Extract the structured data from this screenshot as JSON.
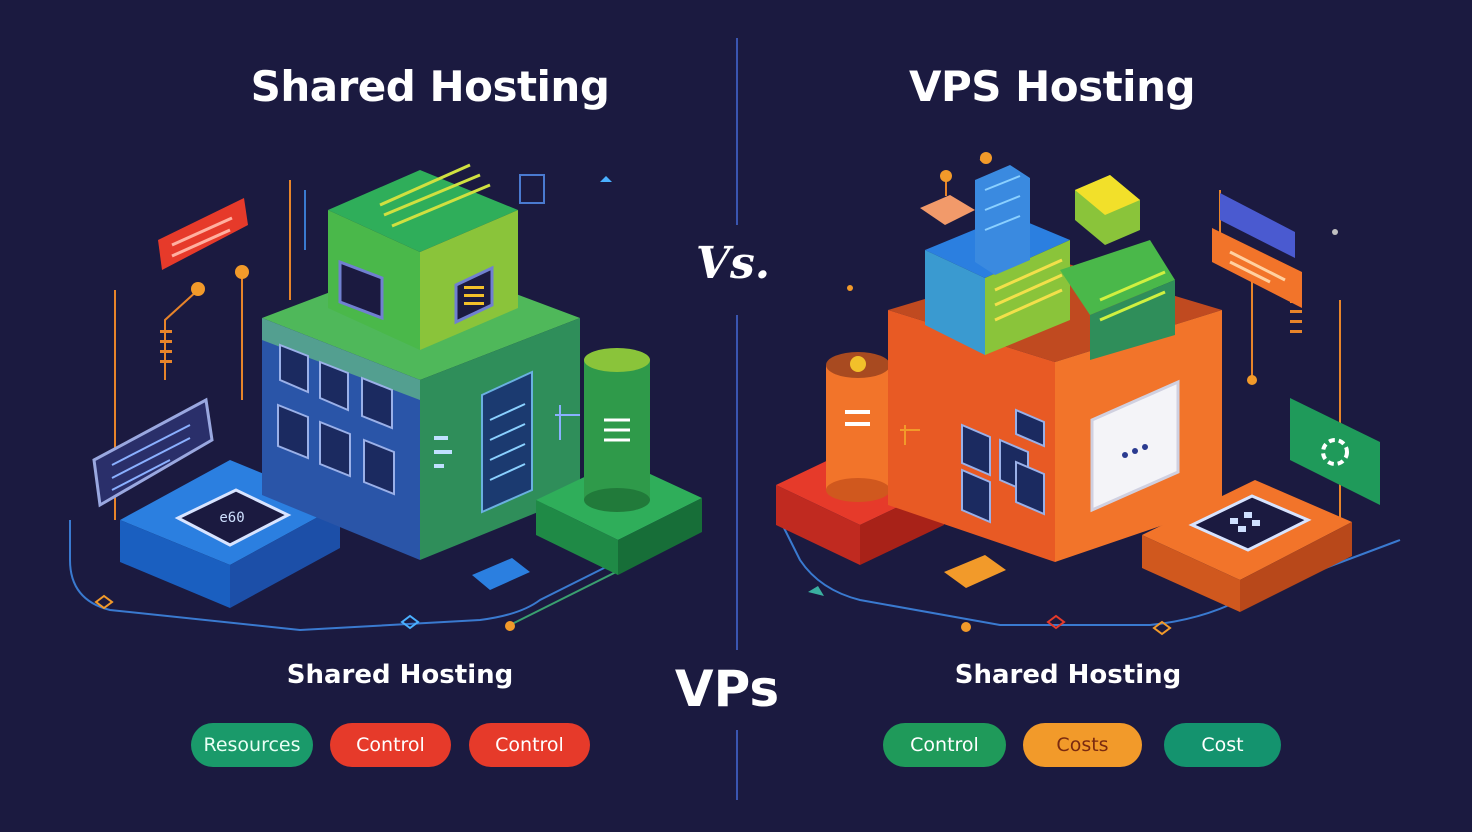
{
  "header": {
    "left_title": "Shared Hosting",
    "right_title": "VPS Hosting",
    "vs_top": "Vs."
  },
  "footer": {
    "left_title": "Shared Hosting",
    "vs_bottom": "VPs",
    "right_title": "Shared Hosting",
    "left_pills": [
      {
        "label": "Resources",
        "bg": "#1a9a6a",
        "fg": "#e8fff4"
      },
      {
        "label": "Control",
        "bg": "#e63a2a",
        "fg": "#ffffff"
      },
      {
        "label": "Control",
        "bg": "#e63a2a",
        "fg": "#ffffff"
      }
    ],
    "right_pills": [
      {
        "label": "Control",
        "bg": "#1f9a5a",
        "fg": "#ffffff"
      },
      {
        "label": "Costs",
        "bg": "#f29a2a",
        "fg": "#7a2a10"
      },
      {
        "label": "Cost",
        "bg": "#14936e",
        "fg": "#ffffff"
      }
    ]
  },
  "colors": {
    "background": "#1b1a40",
    "divider": "#3a55b0",
    "green": "#2fae5a",
    "lime": "#8ac43a",
    "blue": "#2b7fe0",
    "orange": "#f2742a",
    "red": "#e63a2a"
  },
  "icons": {
    "left_chip": "chip-icon",
    "right_chip": "chip-icon",
    "gear": "gear-icon",
    "dots": "more-dots-icon"
  }
}
